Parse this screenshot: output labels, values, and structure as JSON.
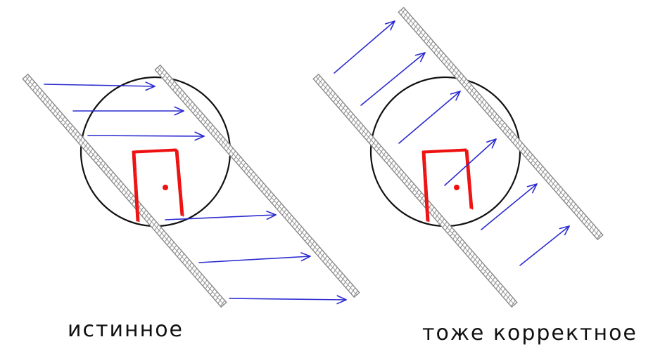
{
  "captions": {
    "left": "истинное",
    "right": "тоже корректное"
  },
  "colors": {
    "arrow": "#2b2bd0",
    "circle": "#111111",
    "plate_stroke": "#8a8a8a",
    "door": "#ee1111",
    "point": "#ee1111",
    "text": "#111111"
  },
  "icons": {
    "plate": "hatched-screen-bar",
    "ray": "arrow-right",
    "object": "door-outline",
    "point": "red-dot",
    "boundary": "circle-outline"
  }
}
